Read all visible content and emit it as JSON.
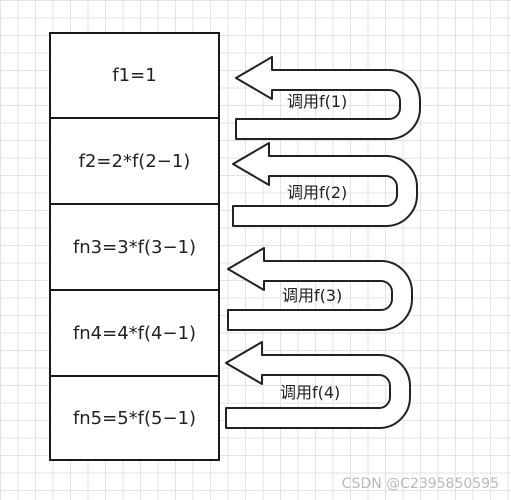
{
  "stack": [
    {
      "label": "f1=1"
    },
    {
      "label": "f2=2*f(2−1)"
    },
    {
      "label": "fn3=3*f(3−1)"
    },
    {
      "label": "fn4=4*f(4−1)"
    },
    {
      "label": "fn5=5*f(5−1)"
    }
  ],
  "arrows": [
    {
      "label": "调用f(1)"
    },
    {
      "label": "调用f(2)"
    },
    {
      "label": "调用f(3)"
    },
    {
      "label": "调用f(4)"
    }
  ],
  "watermark": "CSDN @C2395850595"
}
